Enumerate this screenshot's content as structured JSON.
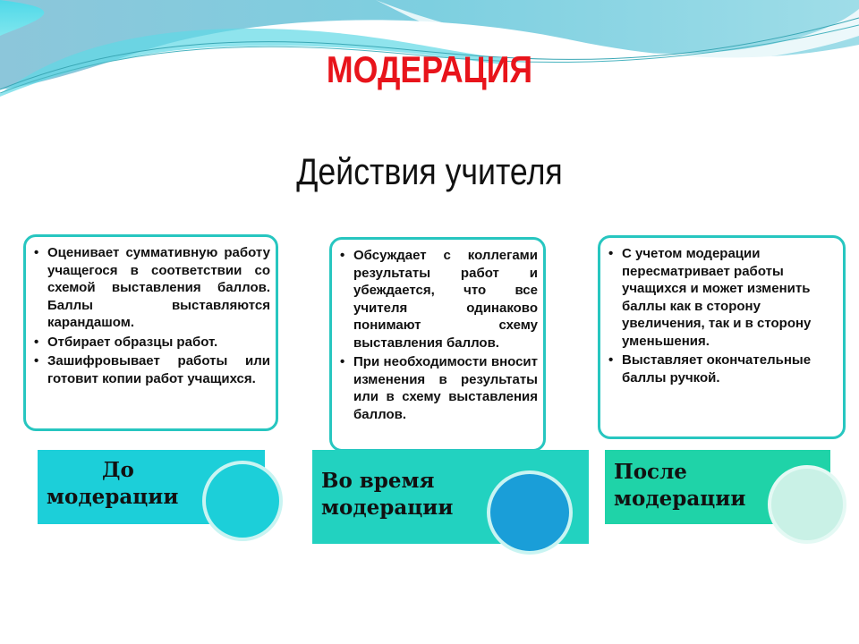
{
  "title": "МОДЕРАЦИЯ",
  "subtitle": "Действия учителя",
  "columns": [
    {
      "label_line1": "До",
      "label_line2": "модерации",
      "color": "#1ccfd9",
      "circle_color": "#1ccfd9",
      "items": [
        "Оценивает суммативную работу учащегося в соответствии со схемой выставления баллов. Баллы выставляются карандашом.",
        "Отбирает образцы работ.",
        "Зашифровывает работы или готовит копии работ учащихся."
      ]
    },
    {
      "label_line1": "Во время",
      "label_line2": "модерации",
      "color": "#22d2c0",
      "circle_color": "#1a9ed8",
      "items": [
        "Обсуждает с коллегами результаты работ и убеждается, что все учителя одинаково понимают схему выставления баллов.",
        "При необходимости вносит изменения в результаты или в схему выставления баллов."
      ]
    },
    {
      "label_line1": "После",
      "label_line2": "модерации",
      "color": "#1fd3a8",
      "circle_color": "#c9f1e6",
      "items": [
        "С учетом модерации пересматривает работы учащихся и может изменить баллы как в сторону увеличения, так и в сторону уменьшения.",
        "Выставляет окончательные баллы ручкой."
      ]
    }
  ]
}
